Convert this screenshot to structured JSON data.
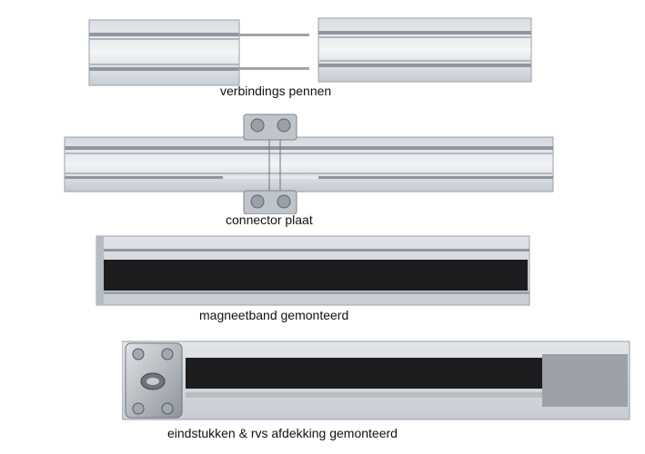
{
  "captions": {
    "pins": "verbindings pennen",
    "plate": "connector plaat",
    "magnet": "magneetband gemonteerd",
    "endcaps": "eindstukken & rvs afdekking gemonteerd"
  },
  "colors": {
    "aluminium_light": "#eef0f3",
    "aluminium_mid": "#c9ced5",
    "aluminium_dark": "#8f969f",
    "magnet": "#1d1d1f",
    "steel": "#b7bcc2"
  }
}
